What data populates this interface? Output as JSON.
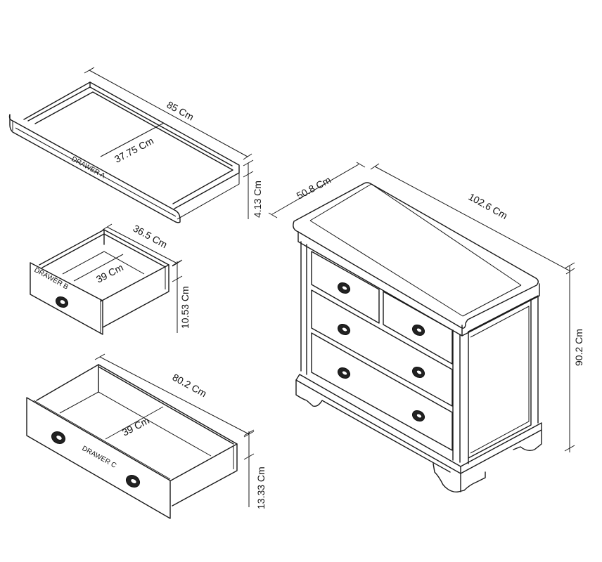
{
  "diagram": {
    "type": "furniture-dimension-drawing",
    "subject": "Chest of 4 drawers (2 over 2)",
    "units": "Cm"
  },
  "drawer_a": {
    "label": "DRAWER A",
    "length": "85 Cm",
    "depth": "37.75 Cm",
    "height": "4.13 Cm"
  },
  "drawer_b": {
    "label": "DRAWER B",
    "length": "36.5 Cm",
    "depth": "39 Cm",
    "height": "10.53 Cm"
  },
  "drawer_c": {
    "label": "DRAWER C",
    "length": "80.2 Cm",
    "depth": "39 Cm",
    "height": "13.33 Cm"
  },
  "chest": {
    "depth": "50.8 Cm",
    "width": "102.6 Cm",
    "height": "90.2 Cm"
  },
  "colors": {
    "line": "#1a1a1a",
    "background": "#ffffff"
  }
}
